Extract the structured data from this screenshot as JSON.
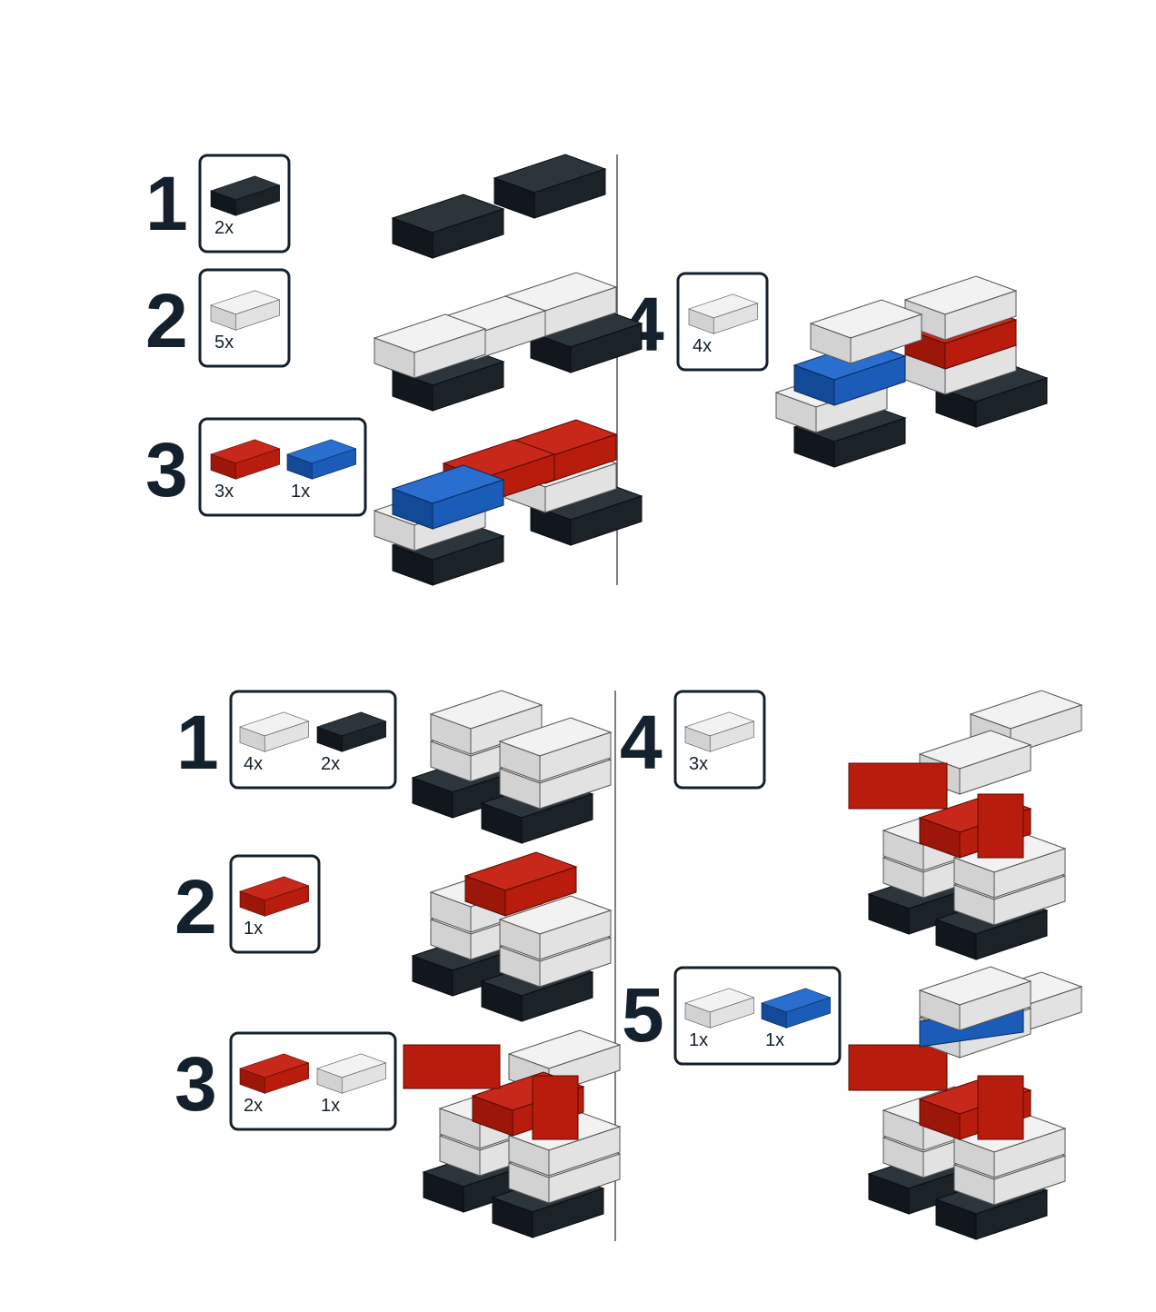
{
  "colors": {
    "black_brick": "#1b2228",
    "white_brick": "#e4e4e4",
    "red_brick": "#b71c0c",
    "blue_brick": "#1a5cb8",
    "text": "#14202c"
  },
  "sections": [
    {
      "steps": [
        {
          "number": "1",
          "parts": [
            {
              "color": "black",
              "qty": "2x"
            }
          ]
        },
        {
          "number": "2",
          "parts": [
            {
              "color": "white",
              "qty": "5x"
            }
          ]
        },
        {
          "number": "3",
          "parts": [
            {
              "color": "red",
              "qty": "3x"
            },
            {
              "color": "blue",
              "qty": "1x"
            }
          ]
        },
        {
          "number": "4",
          "parts": [
            {
              "color": "white",
              "qty": "4x"
            }
          ]
        }
      ]
    },
    {
      "steps": [
        {
          "number": "1",
          "parts": [
            {
              "color": "white",
              "qty": "4x"
            },
            {
              "color": "black",
              "qty": "2x"
            }
          ]
        },
        {
          "number": "2",
          "parts": [
            {
              "color": "red",
              "qty": "1x"
            }
          ]
        },
        {
          "number": "3",
          "parts": [
            {
              "color": "red",
              "qty": "2x"
            },
            {
              "color": "white",
              "qty": "1x"
            }
          ]
        },
        {
          "number": "4",
          "parts": [
            {
              "color": "white",
              "qty": "3x"
            }
          ]
        },
        {
          "number": "5",
          "parts": [
            {
              "color": "white",
              "qty": "1x"
            },
            {
              "color": "blue",
              "qty": "1x"
            }
          ]
        }
      ]
    }
  ]
}
